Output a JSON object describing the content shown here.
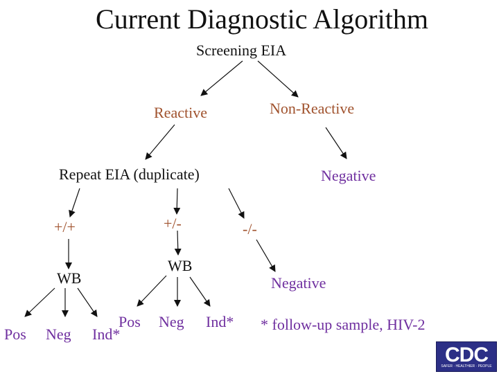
{
  "title": "Current Diagnostic Algorithm",
  "colors": {
    "black": "#111111",
    "brown": "#a0522d",
    "purple": "#6f2f9f"
  },
  "nodes": {
    "screening": "Screening EIA",
    "reactive": "Reactive",
    "non_reactive": "Non-Reactive",
    "repeat_eia": "Repeat EIA (duplicate)",
    "negative_1": "Negative",
    "pp": "+/+",
    "pm": "+/-",
    "mm": "-/-",
    "wb_left": "WB",
    "wb_mid": "WB",
    "negative_2": "Negative",
    "pos_left": "Pos",
    "neg_left": "Neg",
    "ind_left": "Ind*",
    "pos_mid": "Pos",
    "neg_mid": "Neg",
    "ind_mid": "Ind*"
  },
  "footnote": "* follow-up sample,  HIV-2",
  "logo": {
    "text": "CDC",
    "tagline": "SAFER · HEALTHIER · PEOPLE"
  }
}
